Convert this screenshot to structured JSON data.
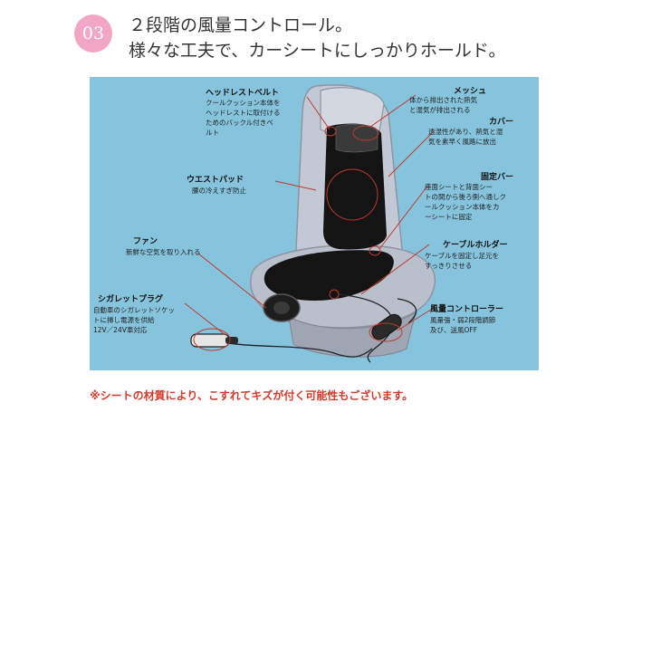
{
  "step": {
    "number": "03",
    "line1": "２段階の風量コントロール。",
    "line2": "様々な工夫で、カーシートにしっかりホールド。"
  },
  "figure": {
    "headrest_belt": {
      "title": "ヘッドレストベルト",
      "desc": "クールクッション本体を\nヘッドレストに取付ける\nためのバックル付きベ\nルト"
    },
    "mesh": {
      "title": "メッシュ",
      "desc": "体から排出された熱気\nと湿気が排出される"
    },
    "cover": {
      "title": "カバー",
      "desc": "透湿性があり、熱気と湿\n気を素早く風路に放出"
    },
    "waist_pad": {
      "title": "ウエストパッド",
      "desc": "腰の冷えすぎ防止"
    },
    "fixing_bar": {
      "title": "固定バー",
      "desc": "座面シートと背面シー\nトの間から後ろ側へ通しク\nールクッション本体をカ\nーシートに固定"
    },
    "fan": {
      "title": "ファン",
      "desc": "新鮮な空気を取り入れる"
    },
    "cable_holder": {
      "title": "ケーブルホルダー",
      "desc": "ケーブルを固定し足元を\nすっきりさせる"
    },
    "cigarette_plug": {
      "title": "シガレットプラグ",
      "desc": "自動車のシガレットソケッ\nトに挿し電源を供給\n12V／24V車対応"
    },
    "controller": {
      "title": "風量コントローラー",
      "desc": "風量強・弱2段階調節\n及び、送風OFF"
    }
  },
  "note": "※シートの材質により、こすれてキズが付く可能性もございます。",
  "colors": {
    "badge": "#f2a6c6",
    "figure_bg": "#86c4dd",
    "note": "#d63a2b",
    "callout": "#c0392b"
  }
}
